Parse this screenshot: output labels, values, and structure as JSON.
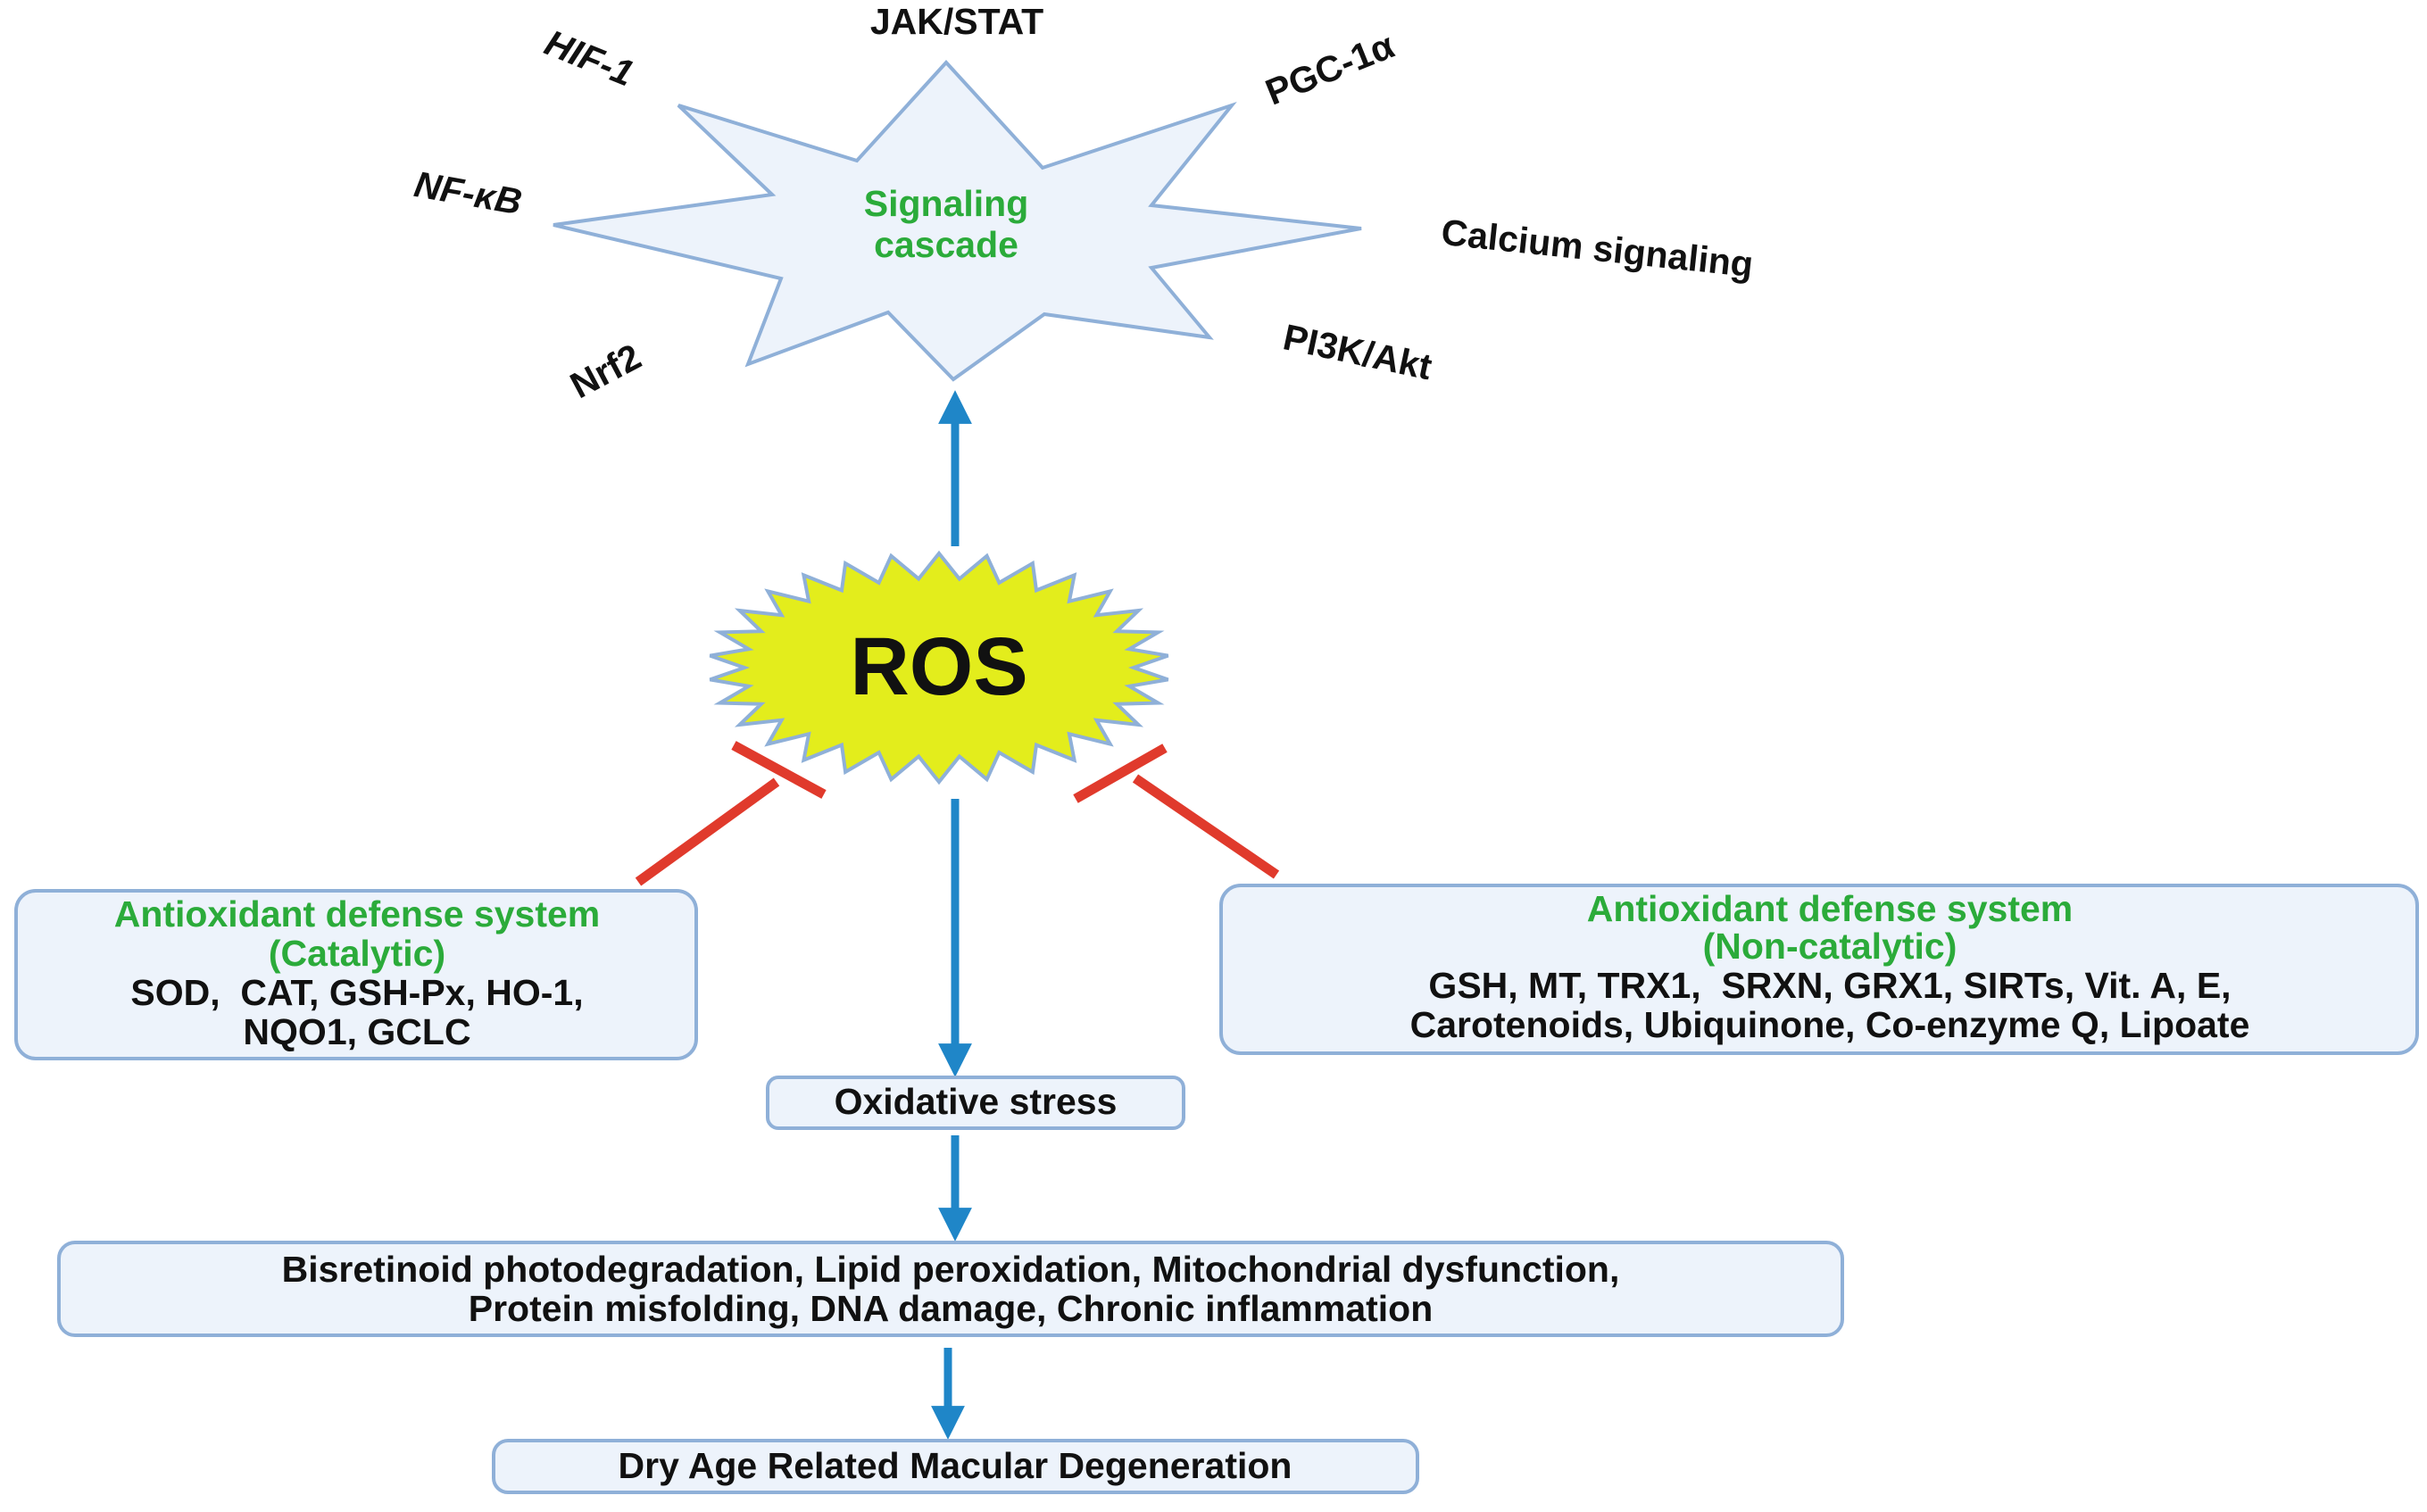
{
  "colors": {
    "box_fill": "#edf3fb",
    "box_stroke": "#8fb0d8",
    "green_text": "#2bab3a",
    "ros_fill": "#e3ed1c",
    "ros_stroke": "#8fb0d8",
    "star_fill": "#edf3fb",
    "blue_arrow": "#1f86c8",
    "red_inhibit": "#e03a2c"
  },
  "signaling": {
    "center_line1": "Signaling",
    "center_line2": "cascade",
    "pathways": {
      "jak_stat": "JAK/STAT",
      "hif1": "HIF-1",
      "pgc1a": "PGC-1α",
      "nfkb": "NF-κB",
      "calcium": "Calcium signaling",
      "nrf2": "Nrf2",
      "pi3k": "PI3K/Akt"
    }
  },
  "ros": {
    "label": "ROS"
  },
  "catalytic": {
    "title_line1": "Antioxidant defense system",
    "title_line2": "(Catalytic)",
    "body_line1": "SOD,  CAT, GSH-Px, HO-1,",
    "body_line2": "NQO1, GCLC"
  },
  "noncatalytic": {
    "title_line1": "Antioxidant defense system",
    "title_line2": "(Non-catalytic)",
    "body_line1": "GSH, MT, TRX1,  SRXN, GRX1, SIRTs, Vit. A, E,",
    "body_line2": "Carotenoids, Ubiquinone, Co-enzyme Q, Lipoate"
  },
  "oxidative_stress": {
    "label": "Oxidative stress"
  },
  "effects": {
    "line1": "Bisretinoid photodegradation, Lipid peroxidation, Mitochondrial dysfunction,",
    "line2": "Protein misfolding, DNA damage, Chronic inflammation"
  },
  "outcome": {
    "label": "Dry Age Related Macular Degeneration"
  }
}
